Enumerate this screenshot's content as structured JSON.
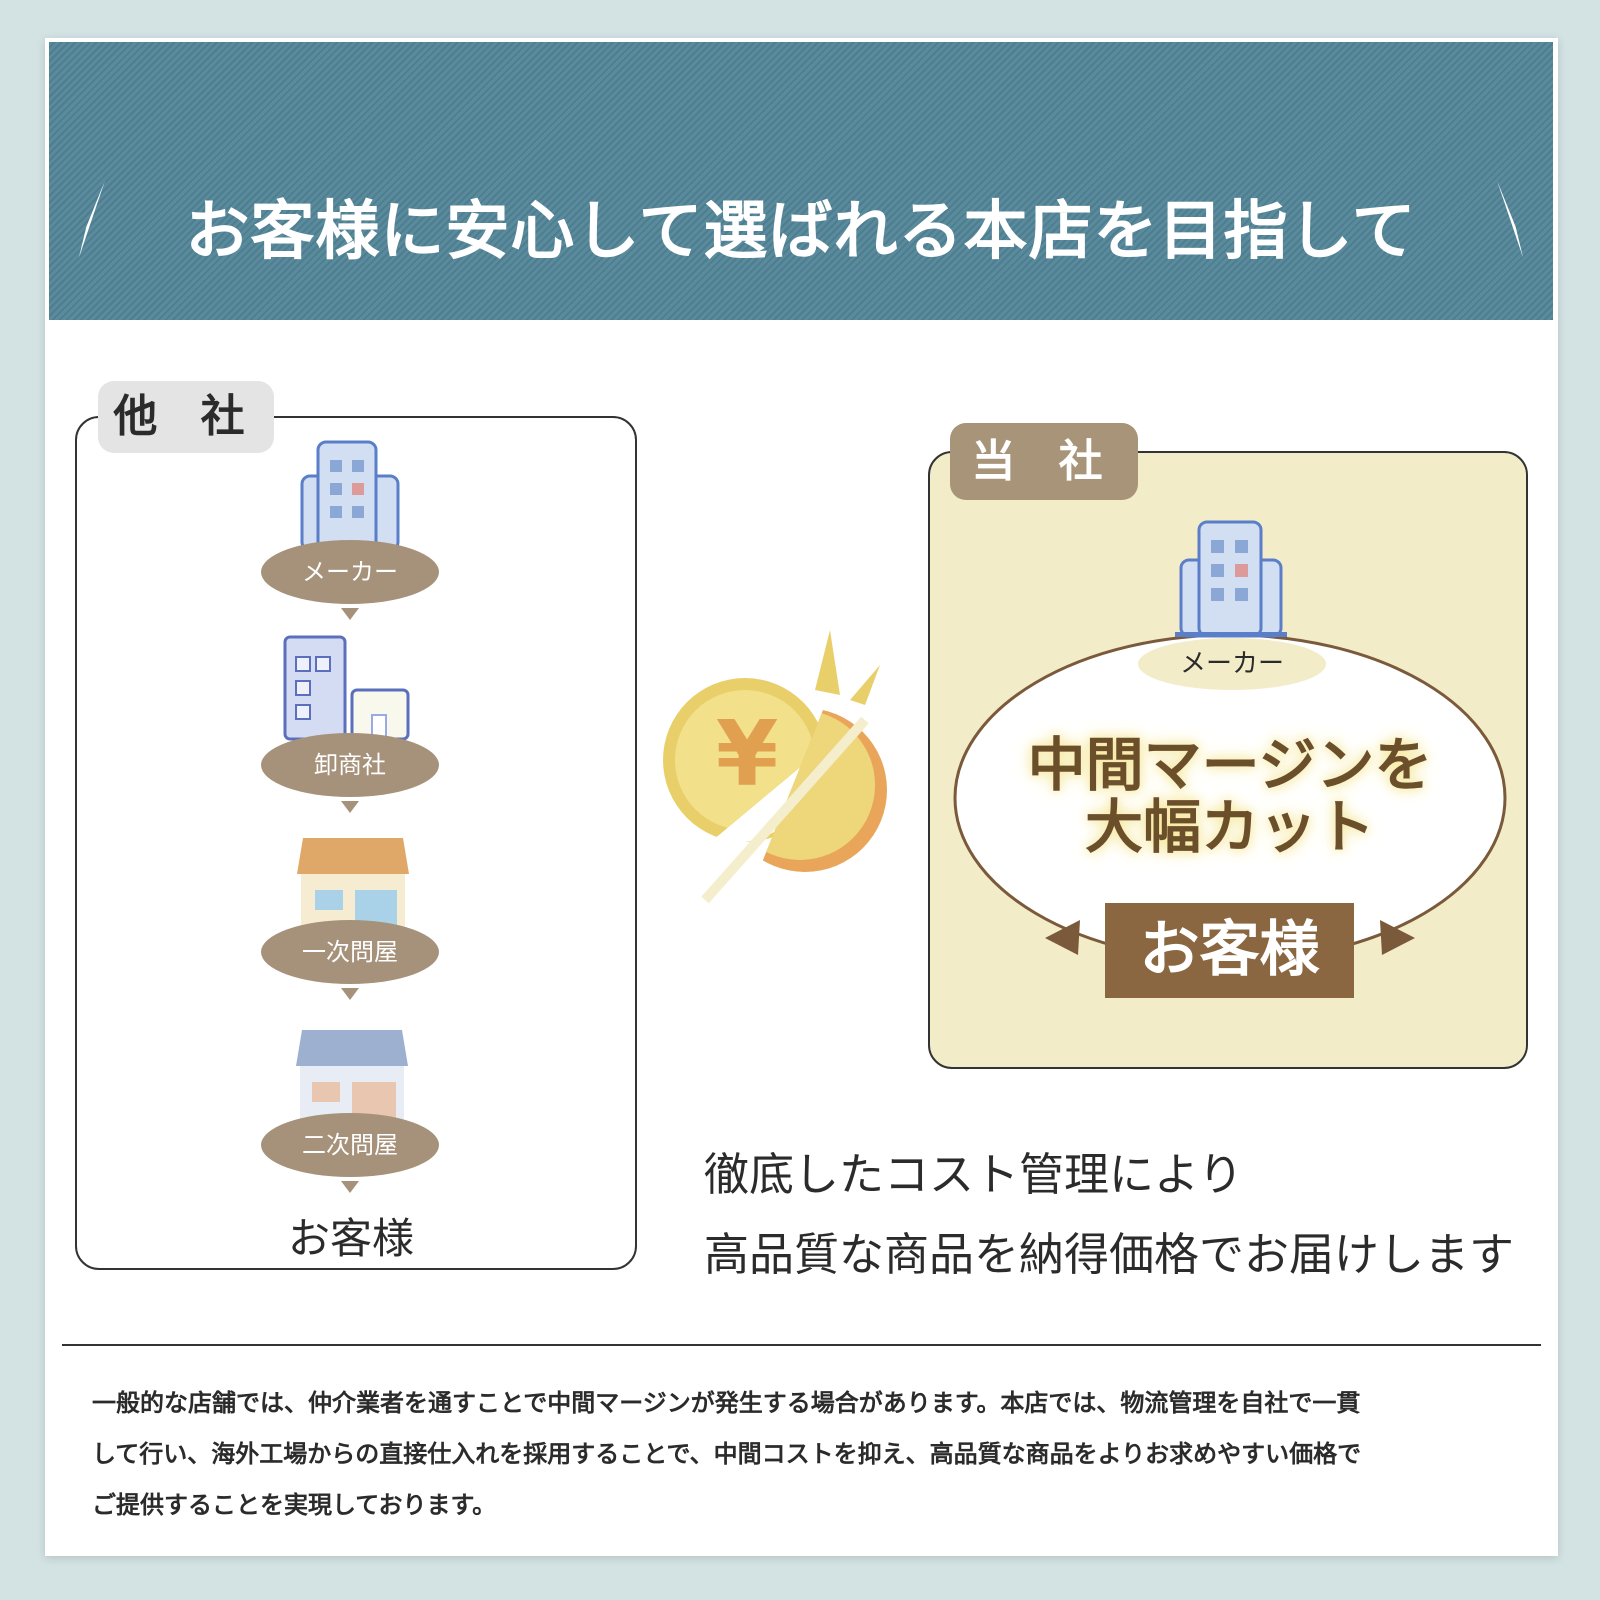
{
  "header": {
    "title": "お客様に安心して選ばれる本店を目指して"
  },
  "others": {
    "tab": "他 社",
    "steps": [
      "メーカー",
      "卸商社",
      "一次問屋",
      "二次問屋"
    ],
    "end": "お客様"
  },
  "ours": {
    "tab": "当 社",
    "maker": "メーカー",
    "cut_line1": "中間マージンを",
    "cut_line2": "大幅カット",
    "end": "お客様"
  },
  "coin": {
    "symbol": "¥"
  },
  "tagline": {
    "line1": "徹底したコスト管理により",
    "line2": "高品質な商品を納得価格でお届けします"
  },
  "description": {
    "lines": [
      "一般的な店舗では、仲介業者を通すことで中間マージンが発生する場合があります。本店では、物流管理を自社で一貫",
      "して行い、海外工場からの直接仕入れを採用することで、中間コストを抑え、高品質な商品をよりお求めやすい価格で",
      "ご提供することを実現しております。"
    ]
  },
  "colors": {
    "banner": "#5a8b9d",
    "bubble": "#a6927a",
    "ours_bg": "#f3ecc9",
    "customer_box": "#8a6641"
  }
}
